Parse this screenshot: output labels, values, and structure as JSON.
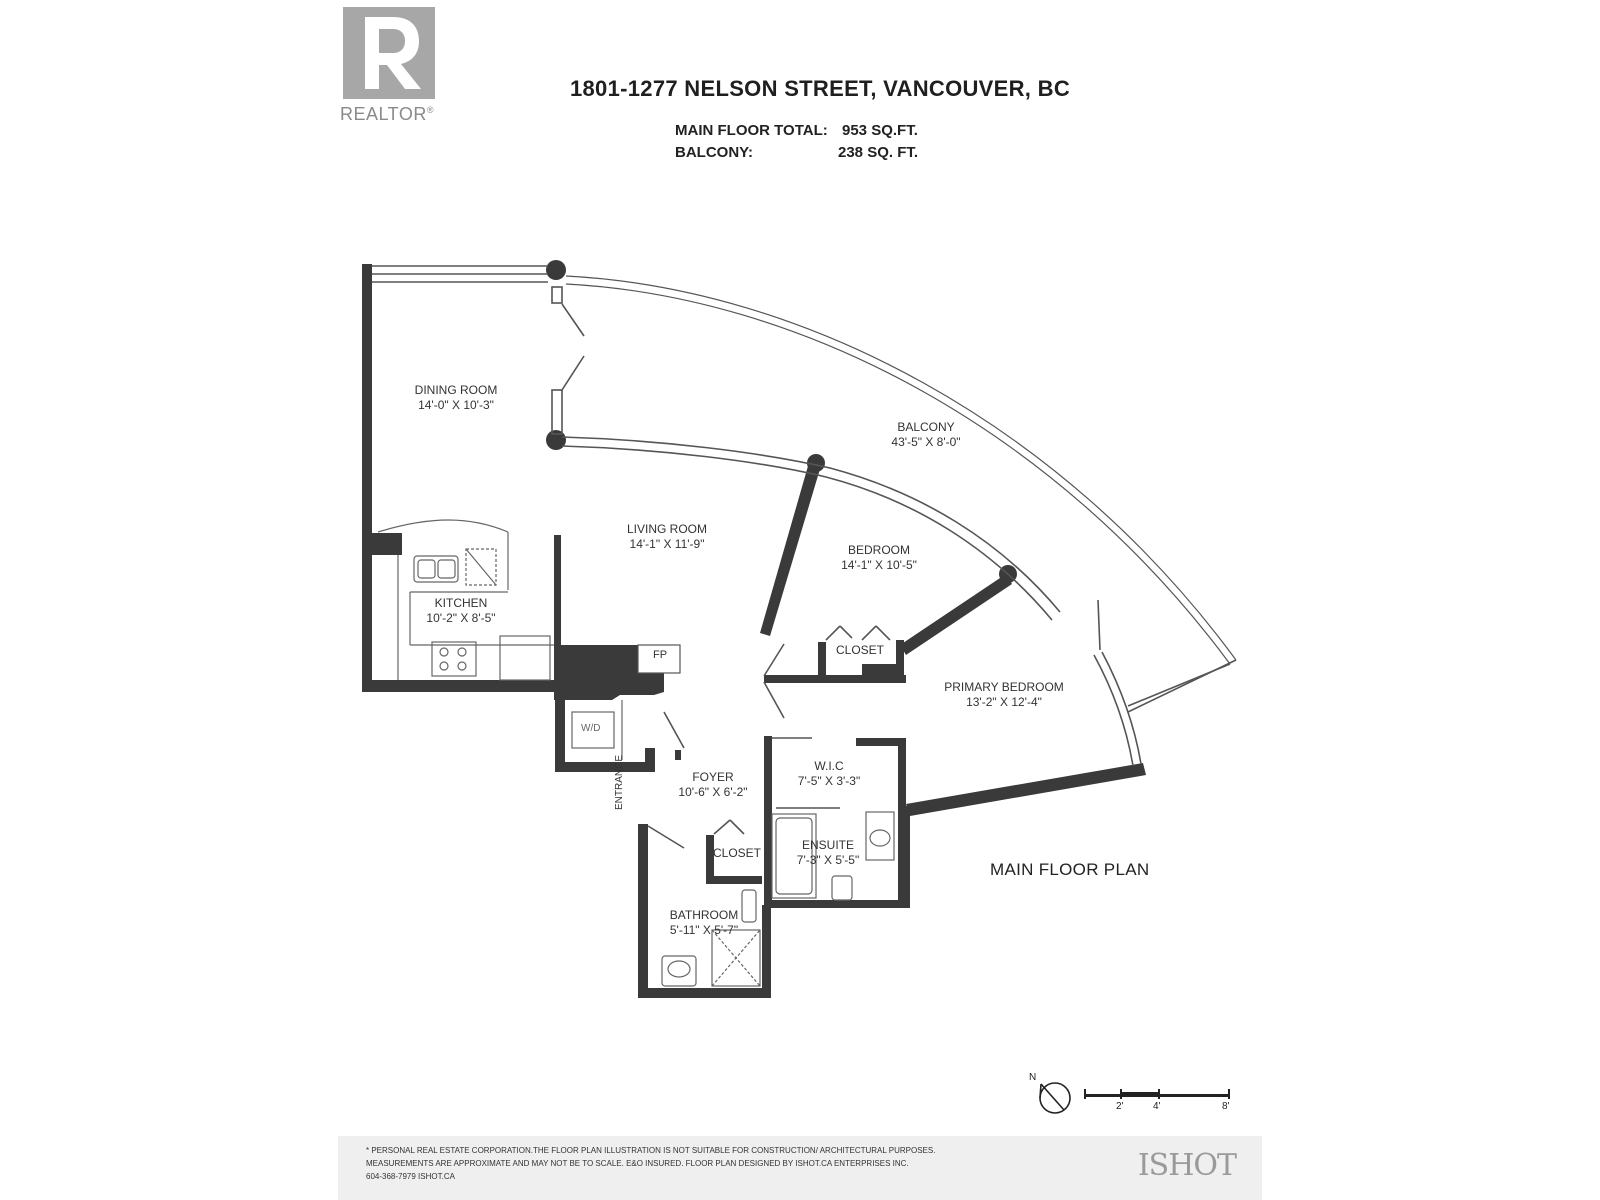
{
  "logo": {
    "word": "REALTOR",
    "mark": "®",
    "icon": "realtor-r-logo-icon"
  },
  "header": {
    "address": "1801-1277 NELSON STREET, VANCOUVER, BC",
    "areas": [
      {
        "label": "MAIN FLOOR TOTAL:",
        "value": "953 SQ.FT."
      },
      {
        "label": "BALCONY:",
        "value": "238 SQ. FT."
      }
    ]
  },
  "rooms": {
    "dining": {
      "name": "DINING ROOM",
      "size": "14'-0\" X 10'-3\""
    },
    "balcony": {
      "name": "BALCONY",
      "size": "43'-5\" X 8'-0\""
    },
    "living": {
      "name": "LIVING ROOM",
      "size": "14'-1\" X 11'-9\""
    },
    "bedroom": {
      "name": "BEDROOM",
      "size": "14'-1\" X 10'-5\""
    },
    "kitchen": {
      "name": "KITCHEN",
      "size": "10'-2\" X 8'-5\""
    },
    "primary_bedroom": {
      "name": "PRIMARY BEDROOM",
      "size": "13'-2\" X 12'-4\""
    },
    "wic": {
      "name": "W.I.C",
      "size": "7'-5\" X 3'-3\""
    },
    "foyer": {
      "name": "FOYER",
      "size": "10'-6\" X 6'-2\""
    },
    "ensuite": {
      "name": "ENSUITE",
      "size": "7'-3\" X 5'-5\""
    },
    "bathroom": {
      "name": "BATHROOM",
      "size": "5'-11\" X 5'-7\""
    }
  },
  "labels": {
    "closet_bedroom": "CLOSET",
    "closet_foyer": "CLOSET",
    "fireplace": "FP",
    "washer_dryer": "W/D",
    "entrance": "ENTRANCE"
  },
  "plan_title": "MAIN FLOOR PLAN",
  "compass": {
    "north_label": "N",
    "icon": "north-arrow-icon"
  },
  "scale": {
    "ticks": [
      "2'",
      "4'",
      "8'"
    ]
  },
  "footer": {
    "disclaimer_lines": [
      "* PERSONAL REAL ESTATE CORPORATION.THE FLOOR PLAN ILLUSTRATION IS NOT SUITABLE FOR CONSTRUCTION/ ARCHITECTURAL PURPOSES.",
      "MEASUREMENTS ARE APPROXIMATE AND MAY NOT BE TO SCALE. E&O INSURED. FLOOR PLAN DESIGNED BY ISHOT.CA ENTERPRISES INC.",
      "604-368-7979  ISHOT.CA"
    ],
    "brand": "ISHOT"
  }
}
